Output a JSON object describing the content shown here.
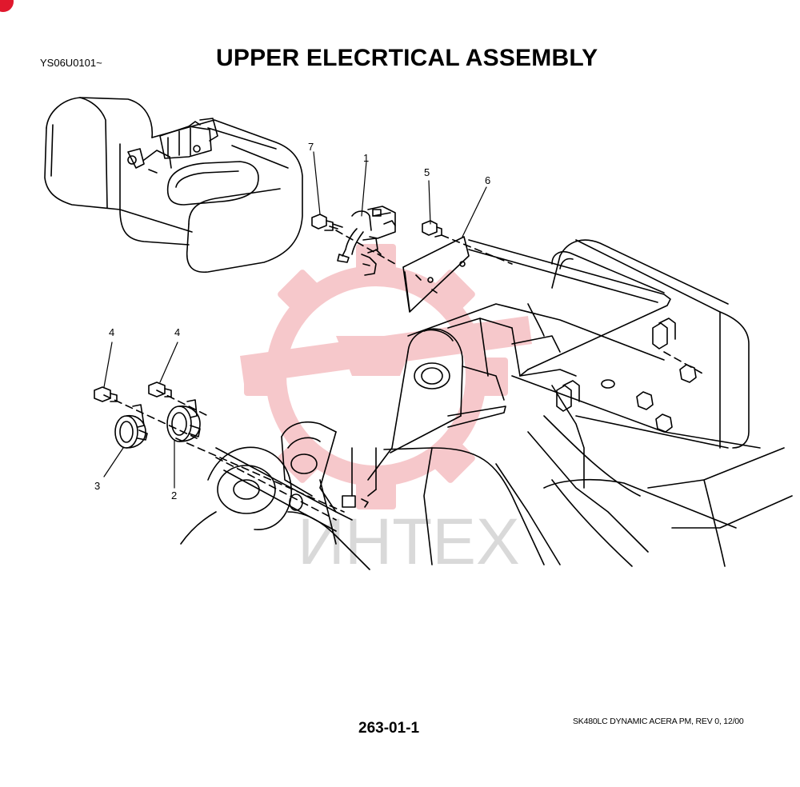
{
  "header": {
    "serial_range": "YS06U0101~",
    "title": "UPPER ELECRTICAL ASSEMBLY"
  },
  "watermark": {
    "text": "ИНТЕХ",
    "color": "#d9d9d9",
    "gear_color": "#f6c3c6"
  },
  "callouts": [
    "1",
    "2",
    "3",
    "4",
    "4",
    "5",
    "6",
    "7"
  ],
  "footer": {
    "page_code": "263-01-1",
    "doc_ref": "SK480LC DYNAMIC ACERA PM, REV 0, 12/00"
  },
  "colors": {
    "line": "#000000",
    "brand_red": "#e0182d"
  }
}
